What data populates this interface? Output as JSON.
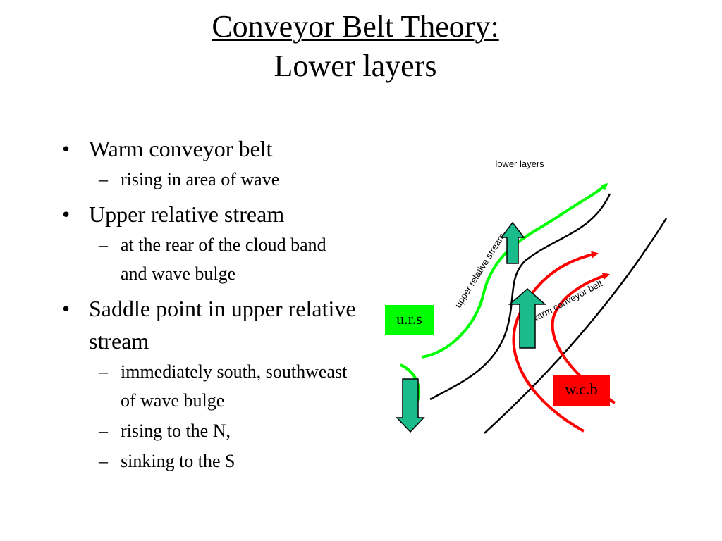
{
  "title": {
    "line1": "Conveyor Belt Theory:",
    "line2": "Lower layers"
  },
  "bullets": [
    {
      "text": "Warm conveyor belt",
      "sub": [
        "rising in area of wave"
      ]
    },
    {
      "text": "Upper relative stream",
      "sub": [
        "at the rear of the cloud band and wave bulge"
      ]
    },
    {
      "text": "Saddle point in upper relative stream",
      "sub": [
        "immediately south, southweast of wave bulge",
        "rising to the N,",
        "sinking to the S"
      ]
    }
  ],
  "diagram": {
    "heading": "lower layers",
    "upper_stream_label": "upper relative stream",
    "warm_belt_label": "warm conveyor belt",
    "urs_box": "u.r.s",
    "wcb_box": "w.c.b",
    "colors": {
      "green_stream": "#00ff00",
      "red_belt": "#ff0000",
      "arrow_fill": "#1abc8c",
      "urs_box": "#00ff00",
      "wcb_box": "#ff0000"
    }
  }
}
